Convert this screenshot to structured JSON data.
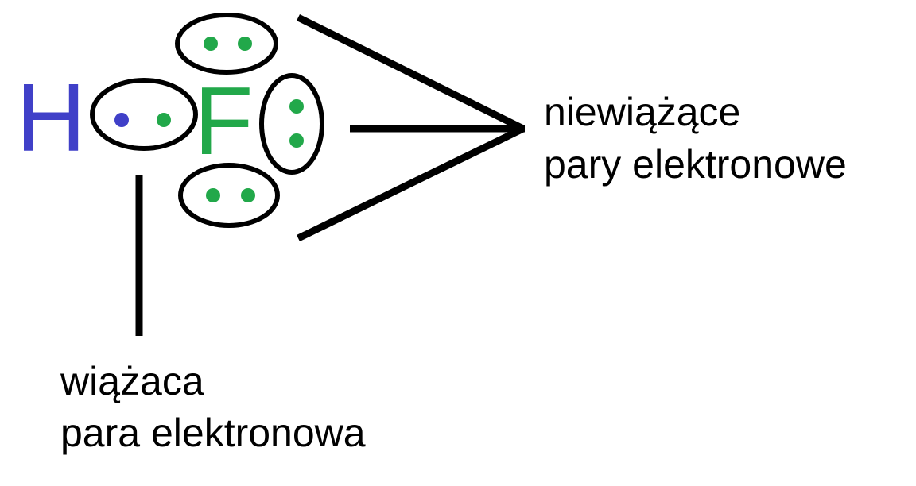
{
  "molecule": {
    "atoms": [
      {
        "symbol": "H",
        "color": "#4040c8"
      },
      {
        "symbol": "F",
        "color": "#22a84a"
      }
    ],
    "electron_colors": {
      "hydrogen": "#4040c8",
      "fluorine": "#22a84a"
    },
    "outline_color": "#000000"
  },
  "labels": {
    "nonbonding_line1": "niewiążące",
    "nonbonding_line2": "pary elektronowe",
    "bonding_line1": "wiążaca",
    "bonding_line2": "para elektronowa"
  }
}
